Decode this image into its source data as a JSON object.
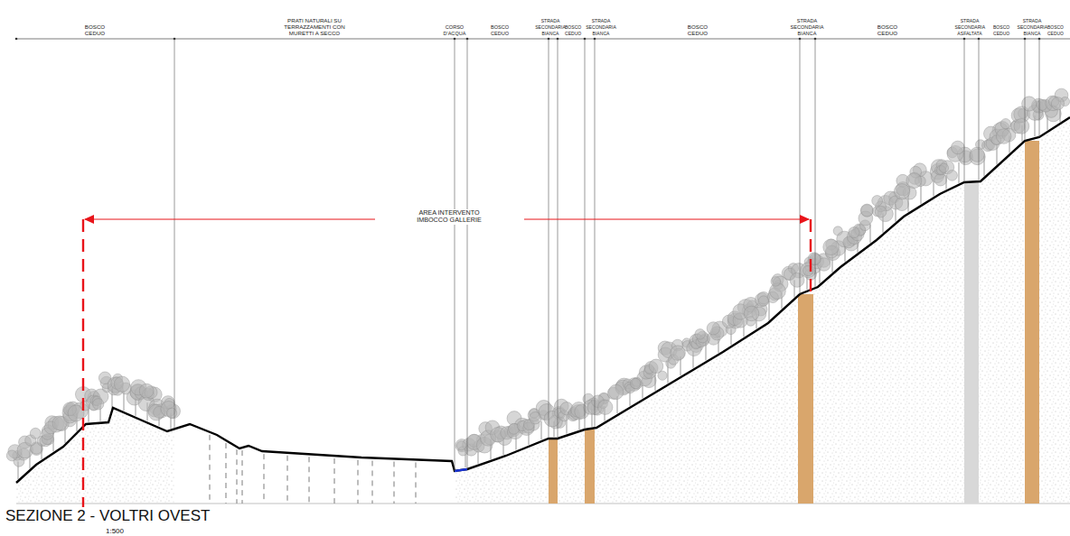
{
  "diagram": {
    "title": "SEZIONE 2 - VOLTRI OVEST",
    "labels": [
      "BOSCO CEDUO",
      "PRATI NATURALI SU TERRAZZAMENTI CON MURETTI A SECCO",
      "CORSO D'ACQUA",
      "BOSCO CEDUO",
      "STRADA SECONDARIA BIANCA",
      "BOSCO CEDUO",
      "STRADA SECONDARIA BIANCA",
      "BOSCO CEDUO",
      "STRADA SECONDARIA BIANCA",
      "BOSCO CEDUO",
      "STRADA SECONDARIA ASFALTATA",
      "BOSCO CEDUO",
      "STRADA SECONDARIA BIANCA",
      "BOSCO CEDUO",
      "AREA INTERVENTO IMBOCCO GALLERIE",
      "1:500"
    ]
  }
}
